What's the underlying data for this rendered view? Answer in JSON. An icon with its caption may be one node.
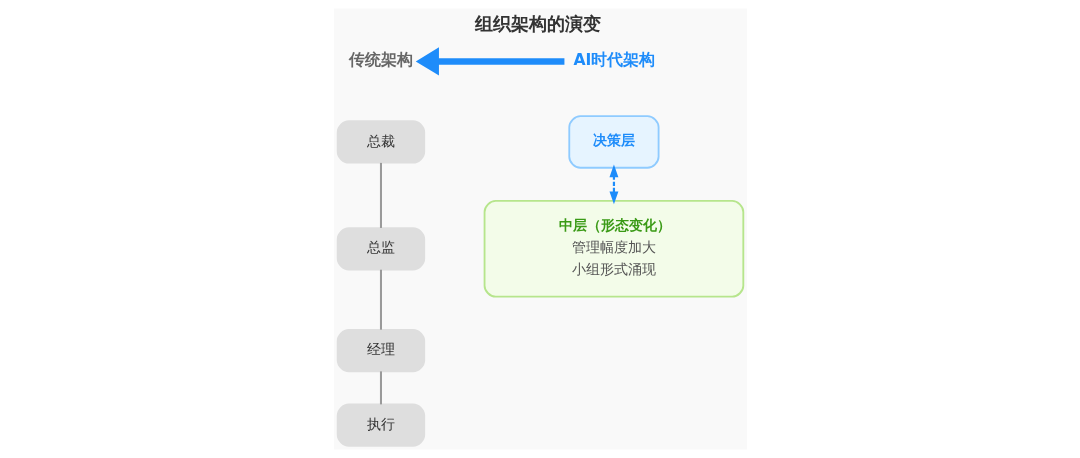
{
  "diagram": {
    "title": "组织架构的演变",
    "nodes": [
      {
        "text": [
          "传统架构"
        ]
      },
      {
        "text": [
          "总裁"
        ]
      },
      {
        "text": [
          "总监"
        ]
      },
      {
        "text": [
          "经理"
        ]
      },
      {
        "text": [
          "执行"
        ]
      },
      {
        "text": [
          "AI时代架构"
        ]
      },
      {
        "text": [
          "决策层"
        ]
      },
      {
        "text": [
          "中层（形态变化）",
          "管理幅度加大",
          "小组形式涌现"
        ]
      }
    ],
    "edges": [
      {
        "from": 1,
        "to": 2,
        "arrow": "none"
      },
      {
        "from": 2,
        "to": 3,
        "arrow": "none"
      },
      {
        "from": 3,
        "to": 4,
        "arrow": "none"
      },
      {
        "from": 5,
        "to": 0,
        "arrow": "to",
        "style": "thick",
        "color": "#1e8cfa"
      },
      {
        "from": 7,
        "to": 6,
        "arrow": "both",
        "style": "dashed",
        "color": "#1e8cfa"
      }
    ]
  }
}
